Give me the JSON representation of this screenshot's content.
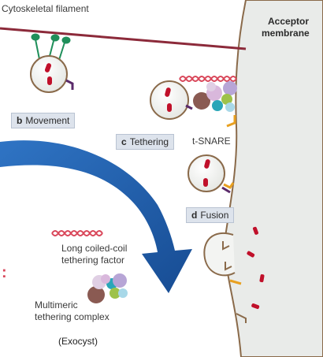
{
  "labels": {
    "cytoskeletal_filament": "Cytoskeletal filament",
    "acceptor_membrane_line1": "Acceptor",
    "acceptor_membrane_line2": "membrane",
    "t_snare": "t-SNARE",
    "legend_coiled_coil_line1": "Long coiled-coil",
    "legend_coiled_coil_line2": "tethering factor",
    "legend_multimeric_line1": "Multimeric",
    "legend_multimeric_line2": "tethering complex",
    "exocyst": "(Exocyst)"
  },
  "steps": {
    "movement": {
      "letter": "b",
      "label": "Movement"
    },
    "tethering": {
      "letter": "c",
      "label": "Tethering"
    },
    "fusion": {
      "letter": "d",
      "label": "Fusion"
    }
  },
  "colors": {
    "membrane_fill": "#e9ebe9",
    "membrane_line": "#8a6a4a",
    "arrow_blue": "#1f5ba8",
    "coil_red": "#d9475a",
    "cargo_red": "#c0102a",
    "motor_green": "#1f8f5a",
    "snare_orange": "#e8a020",
    "label_box": "#dde3ec"
  }
}
